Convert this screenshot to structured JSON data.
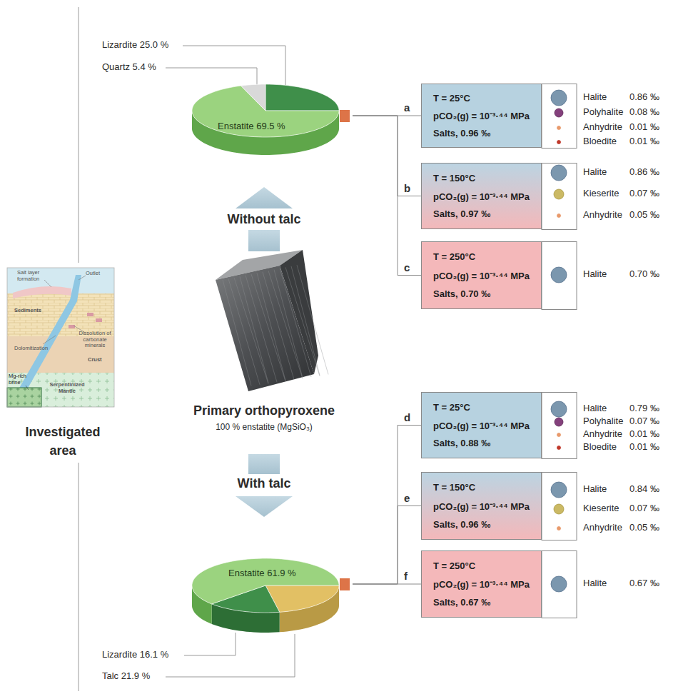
{
  "diagram": {
    "nodes": [
      {
        "text": [
          "Enstatite 69.5 %"
        ]
      },
      {
        "text": [
          "T = 25°C",
          "pCO₂(g) = 10⁻³·⁴⁴ MPa",
          "Salts, 0.96 ‰"
        ]
      },
      {
        "text": [
          "T = 150°C",
          "pCO₂(g) = 10⁻³·⁴⁴ MPa",
          "Salts, 0.97 ‰"
        ]
      },
      {
        "text": [
          "T = 250°C",
          "pCO₂(g) = 10⁻³·⁴⁴ MPa",
          "Salts, 0.70 ‰"
        ]
      },
      {
        "text": [
          "Enstatite 61.9 %"
        ]
      },
      {
        "text": [
          "T = 25°C",
          "pCO₂(g) = 10⁻³·⁴⁴ MPa",
          "Salts, 0.88 ‰"
        ]
      },
      {
        "text": [
          "T = 150°C",
          "pCO₂(g) = 10⁻³·⁴⁴ MPa",
          "Salts, 0.96 ‰"
        ]
      },
      {
        "text": [
          "T = 250°C",
          "pCO₂(g) = 10⁻³·⁴⁴ MPa",
          "Salts, 0.67 ‰"
        ]
      }
    ],
    "edges": [
      {
        "from": 0,
        "to": 1,
        "arrow": "none",
        "label": "a"
      },
      {
        "from": 0,
        "to": 2,
        "arrow": "none",
        "label": "b"
      },
      {
        "from": 0,
        "to": 3,
        "arrow": "none",
        "label": "c"
      },
      {
        "from": 4,
        "to": 5,
        "arrow": "none",
        "label": "d"
      },
      {
        "from": 4,
        "to": 6,
        "arrow": "none",
        "label": "e"
      },
      {
        "from": 4,
        "to": 7,
        "arrow": "none",
        "label": "f"
      }
    ],
    "labels": [
      "Lizardite 25.0 %",
      "Quartz 5.4 %",
      "Without talc",
      "Primary orthopyroxene",
      "100 % enstatite (MgSiO₃)",
      "With talc",
      "Lizardite 16.1 %",
      "Talc 21.9 %",
      "Investigated area",
      "Salt layer formation",
      "Outlet",
      "Sediments",
      "Dolomitization",
      "Dissolution of carbonate minerals",
      "Crust",
      "Mg-rich brine",
      "Serpentinized Mantle",
      "Halite",
      "0.86 ‰",
      "Polyhalite",
      "0.08 ‰",
      "Anhydrite",
      "0.01 ‰",
      "Bloedite",
      "0.01 ‰",
      "Halite",
      "0.86 ‰",
      "Kieserite",
      "0.07 ‰",
      "Anhydrite",
      "0.05 ‰",
      "Halite",
      "0.70 ‰",
      "Halite",
      "0.79 ‰",
      "Polyhalite",
      "0.07 ‰",
      "Anhydrite",
      "0.01 ‰",
      "Bloedite",
      "0.01 ‰",
      "Halite",
      "0.84 ‰",
      "Kieserite",
      "0.07 ‰",
      "Anhydrite",
      "0.05 ‰",
      "Halite",
      "0.67 ‰"
    ]
  }
}
